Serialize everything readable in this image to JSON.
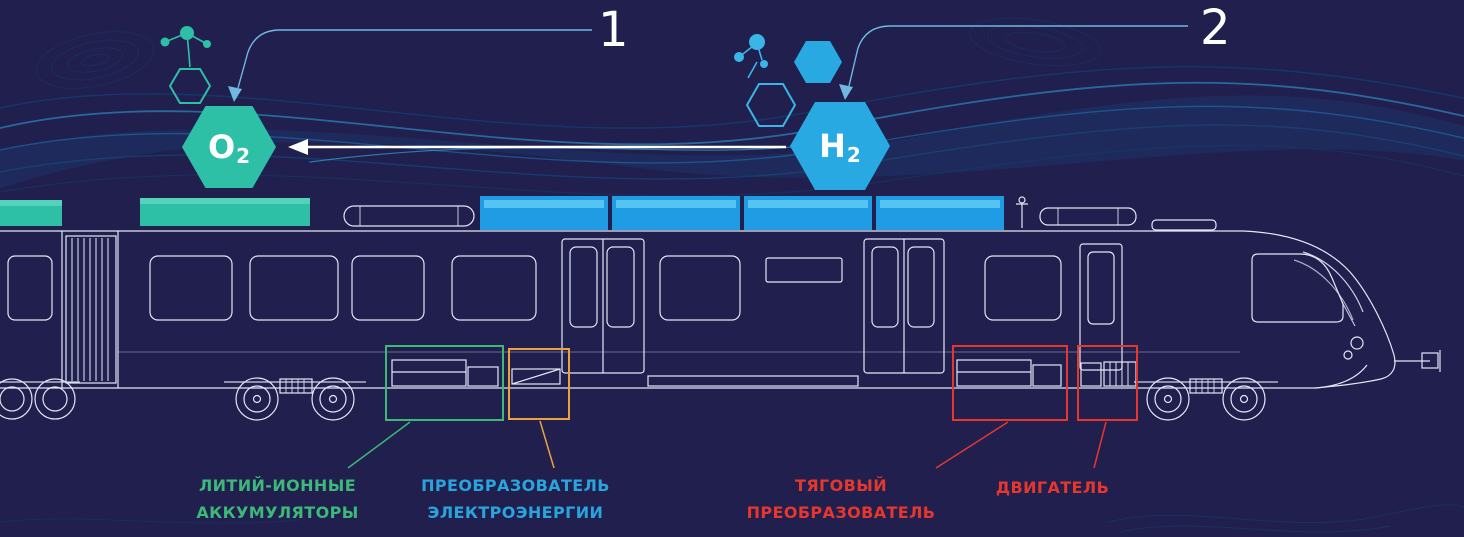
{
  "scene": {
    "title": "Hydrogen train components diagram",
    "background_color": "#201f4e"
  },
  "markers": {
    "marker1": {
      "label": "1"
    },
    "marker2": {
      "label": "2"
    }
  },
  "molecules": {
    "oxygen": {
      "symbol": "O",
      "subscript": "2",
      "fill_color": "#2ec0a6"
    },
    "hydrogen": {
      "symbol": "H",
      "subscript": "2",
      "fill_color": "#29a9e2"
    }
  },
  "components": {
    "battery": {
      "line1": "ЛИТИЙ-ИОННЫЕ",
      "line2": "АККУМУЛЯТОРЫ",
      "text_color": "#3cb878",
      "box_color": "#3cb878"
    },
    "converter": {
      "line1": "ПРЕОБРАЗОВАТЕЛЬ",
      "line2": "ЭЛЕКТРОЭНЕРГИИ",
      "text_color": "#2aa4dc",
      "box_color": "#e8a33d"
    },
    "traction": {
      "line1": "ТЯГОВЫЙ",
      "line2": "ПРЕОБРАЗОВАТЕЛЬ",
      "text_color": "#e6372e",
      "box_color": "#e6372e"
    },
    "motor": {
      "line1": "ДВИГАТЕЛЬ",
      "line2": "",
      "text_color": "#e6372e",
      "box_color": "#e6372e"
    }
  }
}
